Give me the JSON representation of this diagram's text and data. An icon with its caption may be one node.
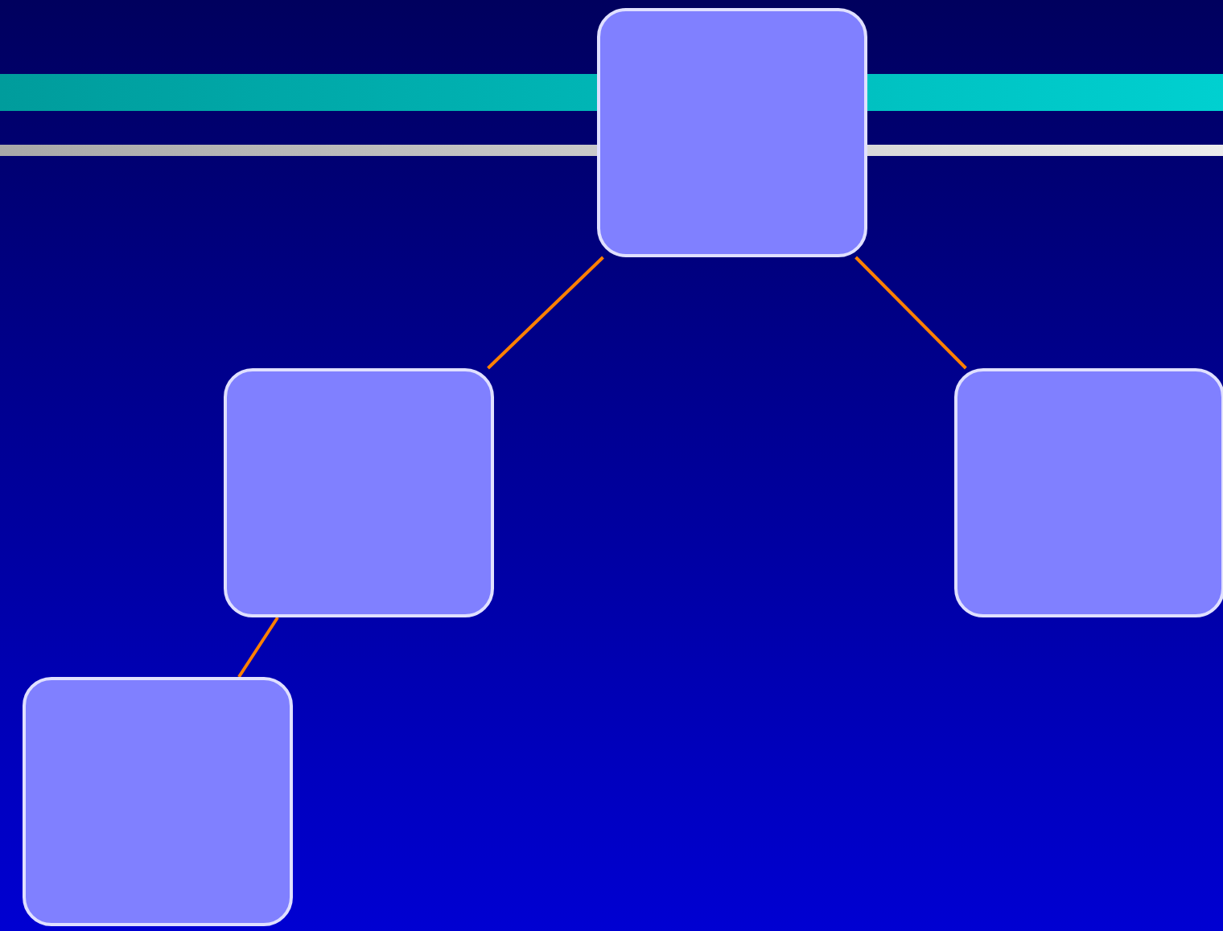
{
  "diagram": {
    "nodes": [
      {
        "text": [],
        "shape": "box"
      },
      {
        "text": [],
        "shape": "box"
      },
      {
        "text": [],
        "shape": "box"
      },
      {
        "text": [],
        "shape": "box"
      }
    ],
    "edges": [
      {
        "from": 0,
        "to": 1,
        "arrow": "none"
      },
      {
        "from": 0,
        "to": 2,
        "arrow": "none"
      },
      {
        "from": 1,
        "to": 3,
        "arrow": "none"
      }
    ]
  }
}
